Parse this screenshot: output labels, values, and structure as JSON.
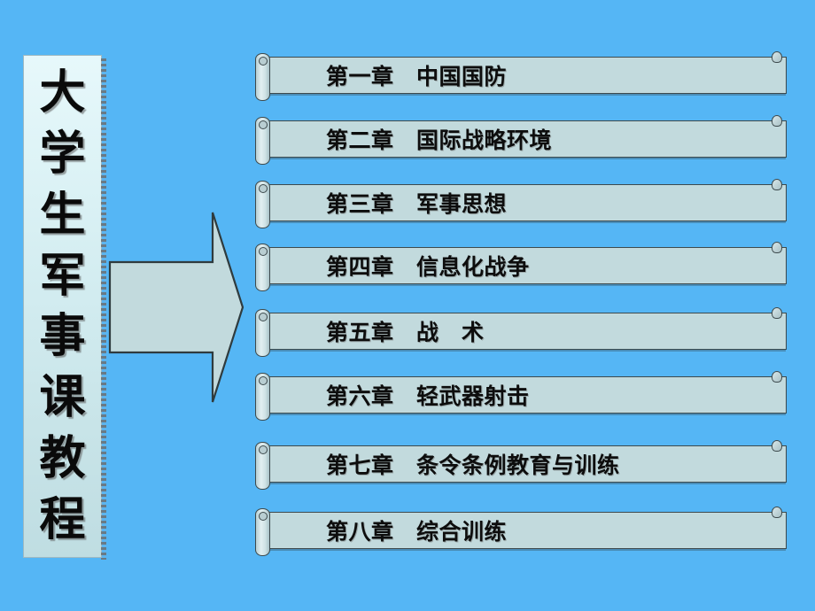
{
  "slide": {
    "background_color": "#55b6f5",
    "accent_color": "#c2dadd",
    "outline_color": "#3d4a4d"
  },
  "title_plaque": {
    "name": "大学生军事课教程",
    "orientation": "vertical",
    "characters": [
      "大",
      "学",
      "生",
      "军",
      "事",
      "课",
      "教",
      "程"
    ],
    "background_gradient_from": "#e7f8fb",
    "background_gradient_to": "#bfdde2"
  },
  "arrow": {
    "icon": "right-arrow-icon",
    "direction": "right",
    "fill_color": "#c2dadd",
    "stroke_color": "#2f3b3e"
  },
  "chapters": [
    {
      "number": "第一章",
      "title": "中国国防",
      "label": "第一章　中国国防"
    },
    {
      "number": "第二章",
      "title": "国际战略环境",
      "label": "第二章　国际战略环境"
    },
    {
      "number": "第三章",
      "title": "军事思想",
      "label": "第三章　军事思想"
    },
    {
      "number": "第四章",
      "title": "信息化战争",
      "label": "第四章　信息化战争"
    },
    {
      "number": "第五章",
      "title": "战　术",
      "label": "第五章　战　术"
    },
    {
      "number": "第六章",
      "title": "轻武器射击",
      "label": "第六章　轻武器射击"
    },
    {
      "number": "第七章",
      "title": "条令条例教育与训练",
      "label": "第七章　条令条例教育与训练"
    },
    {
      "number": "第八章",
      "title": "综合训练",
      "label": "第八章　综合训练"
    }
  ]
}
